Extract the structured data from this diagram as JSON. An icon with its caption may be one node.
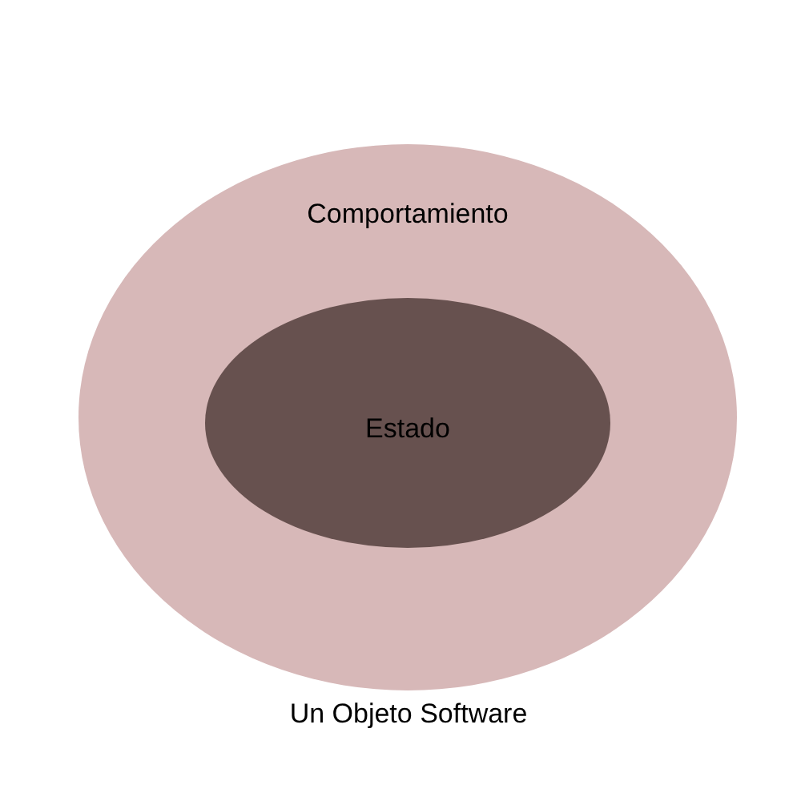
{
  "diagram": {
    "caption": "Un Objeto Software",
    "nodes": [
      {
        "text": [
          "Comportamiento"
        ]
      },
      {
        "text": [
          "Estado"
        ],
        "in": 0
      }
    ]
  }
}
